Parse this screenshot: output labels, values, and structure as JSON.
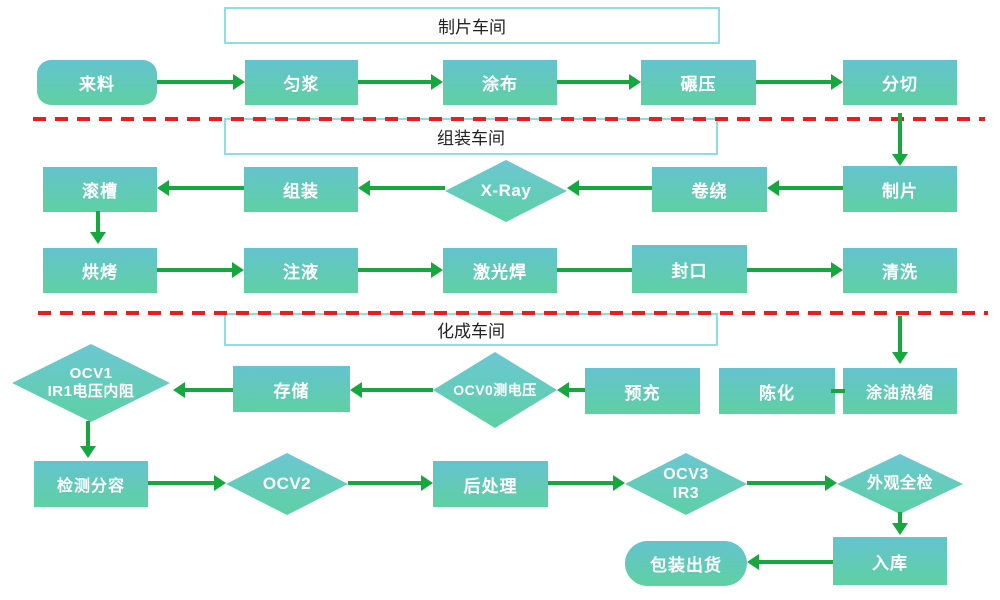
{
  "sections": {
    "piece_making": "制片车间",
    "assembly": "组装车间",
    "formation": "化成车间"
  },
  "nodes": {
    "incoming": "来料",
    "slurry": "匀浆",
    "coating": "涂布",
    "calendering": "碾压",
    "slitting": "分切",
    "sheeting": "制片",
    "winding": "卷绕",
    "xray": "X-Ray",
    "assembling": "组装",
    "grooving": "滚槽",
    "baking": "烘烤",
    "filling": "注液",
    "laser_welding": "激光焊",
    "sealing": "封口",
    "cleaning": "清洗",
    "oil_shrink": "涂油热缩",
    "aging": "陈化",
    "precharge": "预充",
    "ocv0": "OCV0测电压",
    "storage": "存储",
    "ocv1_line1": "OCV1",
    "ocv1_line2": "IR1电压内阻",
    "grading": "检测分容",
    "ocv2": "OCV2",
    "post_processing": "后处理",
    "ocv3_line1": "OCV3",
    "ocv3_line2": "IR3",
    "inspection": "外观全检",
    "warehousing": "入库",
    "packing": "包装出货"
  },
  "colors": {
    "node_gradient_top": "#64c3cf",
    "node_gradient_bottom": "#5fd0a2",
    "node_text": "#ffffff",
    "arrow_green": "#16a83e",
    "divider_red": "#ee1b1b",
    "section_border": "#8fdde9",
    "section_text": "#222222",
    "background": "#ffffff"
  }
}
